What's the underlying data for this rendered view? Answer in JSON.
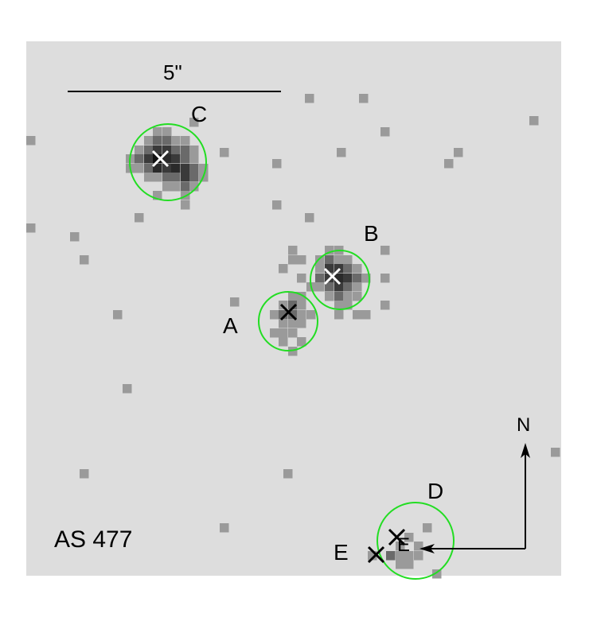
{
  "field_label": "AS 477",
  "scale_bar": {
    "label": "5\""
  },
  "sources": [
    {
      "id": "A"
    },
    {
      "id": "B"
    },
    {
      "id": "C"
    },
    {
      "id": "D"
    },
    {
      "id": "E"
    }
  ],
  "compass": {
    "north": "N",
    "east": "E"
  },
  "colors": {
    "background": "#dddddd",
    "aperture": "#22dd22",
    "marker_dark": "#000000",
    "marker_light": "#ffffff"
  }
}
